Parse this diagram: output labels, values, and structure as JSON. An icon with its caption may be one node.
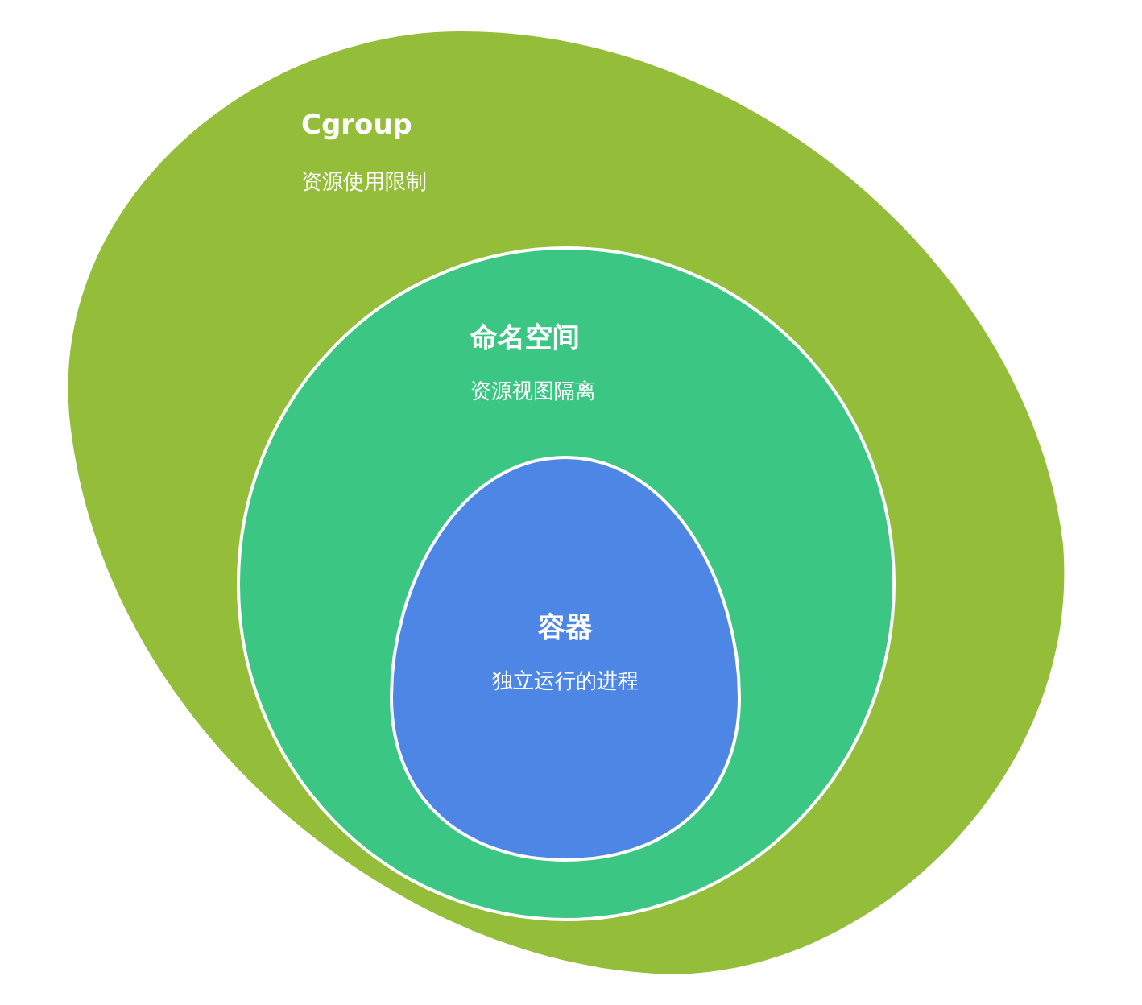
{
  "diagram": {
    "nodes": [
      {
        "text": [
          "Cgroup",
          "资源使用限制"
        ]
      },
      {
        "text": [
          "命名空间",
          "资源视图隔离"
        ],
        "in": 0
      },
      {
        "text": [
          "容器",
          "独立运行的进程"
        ],
        "in": 1
      }
    ]
  }
}
